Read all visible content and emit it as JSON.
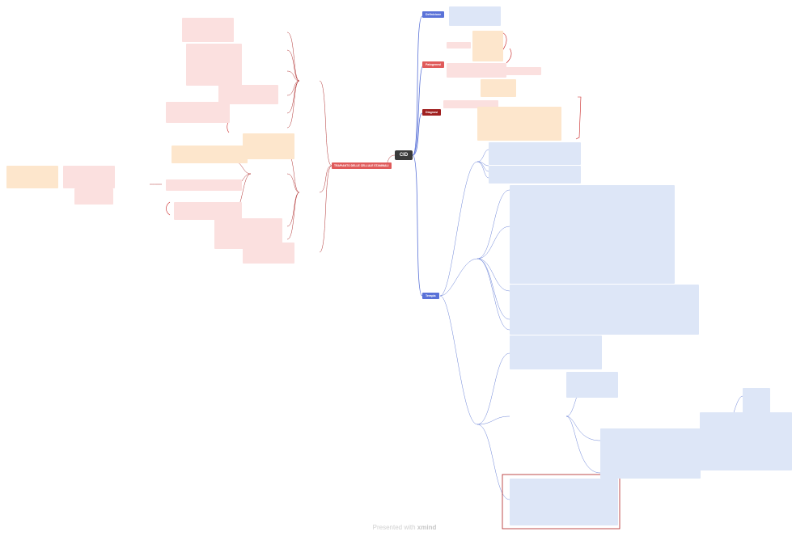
{
  "central": "CID",
  "left_main": "TRAPIANTO DELLE CELLULE STAMINALI",
  "topics": {
    "definizione": "Definizione",
    "patogenesi": "Patogenesi",
    "diagnosi": "Diagnosi",
    "terapia": "Terapia"
  },
  "footer": {
    "prefix": "Presented with",
    "brand": "xmind"
  },
  "colors": {
    "red": "#d1232a",
    "blue": "#5a72d8",
    "dark": "#3a3a3a"
  }
}
